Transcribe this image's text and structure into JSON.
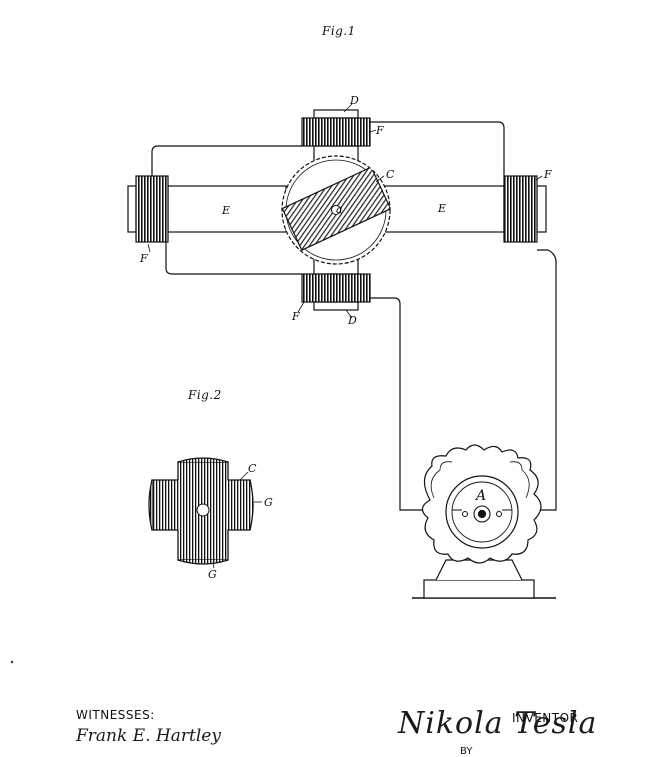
{
  "figures": {
    "fig1_label": "Fig.1",
    "fig2_label": "Fig.2"
  },
  "labels": {
    "D_top": "D",
    "D_bottom": "D",
    "C": "C",
    "a": "a",
    "E_left": "E",
    "E_right": "E",
    "F_top": "F",
    "F_right": "F",
    "F_left": "F",
    "F_bottom": "F",
    "A": "A",
    "fig2_C": "C",
    "fig2_G_right": "G",
    "fig2_G_bottom": "G"
  },
  "footer": {
    "witnesses_label": "WITNESSES:",
    "witness_signature": "Frank E. Hartley",
    "inventor_label": "INVENTOR",
    "inventor_signature": "Nikola Tesla",
    "by_label": "BY"
  },
  "colors": {
    "ink": "#111111",
    "paper": "#ffffff"
  }
}
